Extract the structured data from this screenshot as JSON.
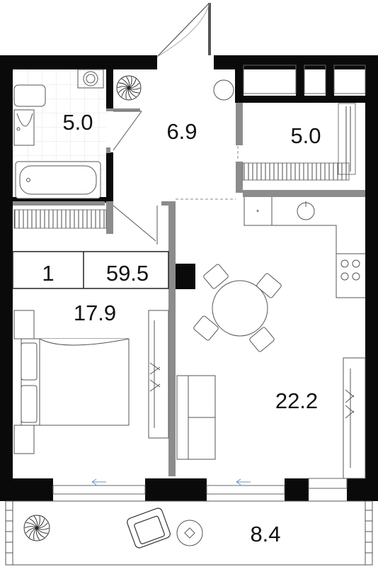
{
  "rooms": {
    "bathroom": "5.0",
    "hall": "6.9",
    "wardrobe": "5.0",
    "bedroom": "17.9",
    "living_kitchen": "22.2",
    "balcony": "8.4"
  },
  "summary": {
    "rooms_count": "1",
    "total_area": "59.5"
  },
  "colors": {
    "wall": "#0a0a0a",
    "partition": "#8c8c8c",
    "line": "#666666",
    "tile": "#e3e3e3"
  }
}
